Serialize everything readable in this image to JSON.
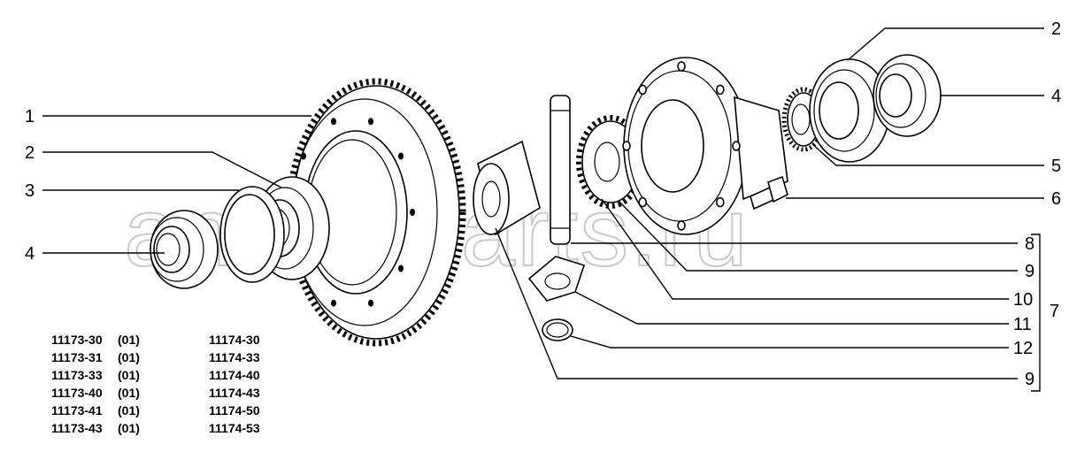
{
  "watermark": "ansat-parts.ru",
  "callouts": [
    {
      "id": "c1",
      "label": "1"
    },
    {
      "id": "c2a",
      "label": "2"
    },
    {
      "id": "c3",
      "label": "3"
    },
    {
      "id": "c4a",
      "label": "4"
    },
    {
      "id": "c2b",
      "label": "2"
    },
    {
      "id": "c4b",
      "label": "4"
    },
    {
      "id": "c5",
      "label": "5"
    },
    {
      "id": "c6",
      "label": "6"
    },
    {
      "id": "c8",
      "label": "8"
    },
    {
      "id": "c9a",
      "label": "9"
    },
    {
      "id": "c10",
      "label": "10"
    },
    {
      "id": "c11",
      "label": "11"
    },
    {
      "id": "c12",
      "label": "12"
    },
    {
      "id": "c9b",
      "label": "9"
    },
    {
      "id": "c7",
      "label": "7"
    }
  ],
  "applicability": [
    {
      "code": "11173-30",
      "variant": "(01)",
      "alt": "11174-30"
    },
    {
      "code": "11173-31",
      "variant": "(01)",
      "alt": "11174-33"
    },
    {
      "code": "11173-33",
      "variant": "(01)",
      "alt": "11174-40"
    },
    {
      "code": "11173-40",
      "variant": "(01)",
      "alt": "11174-43"
    },
    {
      "code": "11173-41",
      "variant": "(01)",
      "alt": "11174-50"
    },
    {
      "code": "11173-43",
      "variant": "(01)",
      "alt": "11174-53"
    }
  ]
}
